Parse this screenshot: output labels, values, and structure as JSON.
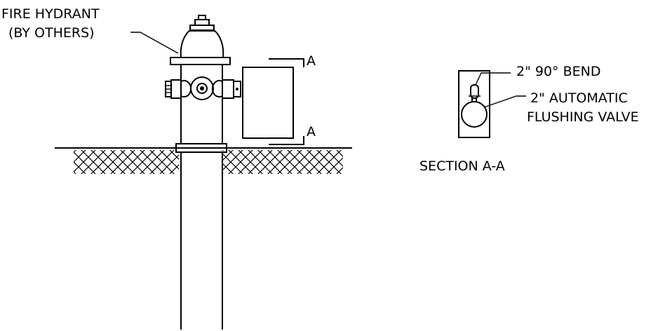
{
  "drawing": {
    "hydrant_label_line1": "FIRE HYDRANT",
    "hydrant_label_line2": "(BY OTHERS)",
    "section_mark_top": "A",
    "section_mark_bottom": "A",
    "bend_label": "2\" 90° BEND",
    "valve_label_line1": "2\" AUTOMATIC",
    "valve_label_line2": "FLUSHING VALVE",
    "section_title": "SECTION A-A"
  }
}
